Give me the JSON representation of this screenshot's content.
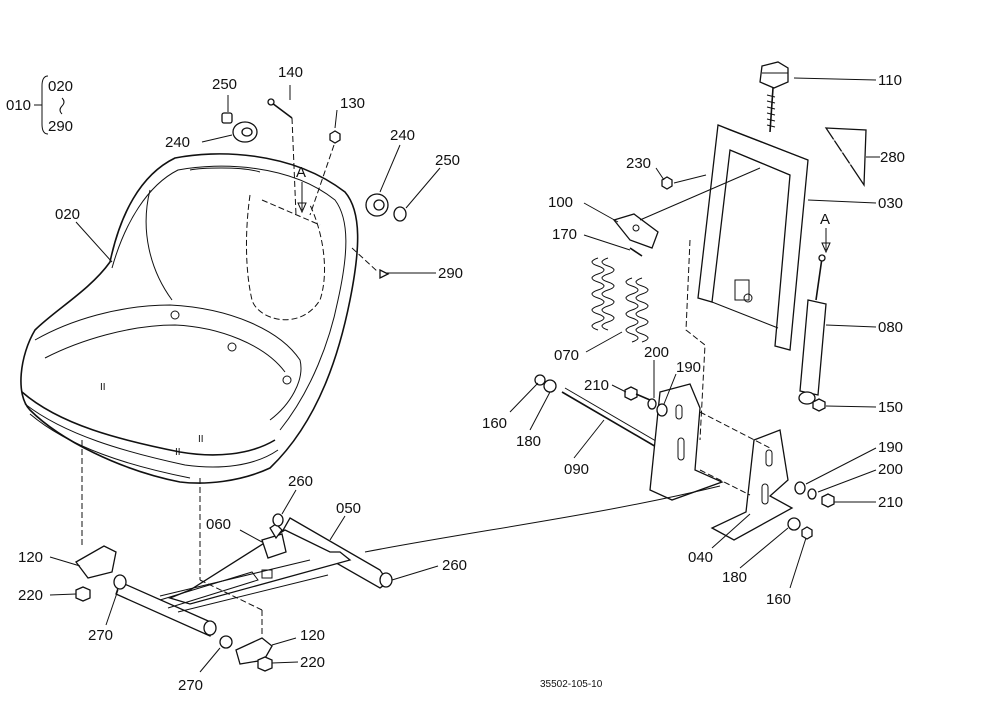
{
  "diagram": {
    "group_label": "010",
    "group_from": "020",
    "group_to": "290",
    "view_marker": "A",
    "drawing_number": "35502-105-10"
  },
  "callouts": [
    {
      "id": "c110",
      "text": "110"
    },
    {
      "id": "c140",
      "text": "140"
    },
    {
      "id": "c130",
      "text": "130"
    },
    {
      "id": "c250a",
      "text": "250"
    },
    {
      "id": "c240a",
      "text": "240"
    },
    {
      "id": "c240b",
      "text": "240"
    },
    {
      "id": "c250b",
      "text": "250"
    },
    {
      "id": "c020",
      "text": "020"
    },
    {
      "id": "c290",
      "text": "290"
    },
    {
      "id": "c280",
      "text": "280"
    },
    {
      "id": "c230",
      "text": "230"
    },
    {
      "id": "c030",
      "text": "030"
    },
    {
      "id": "c100",
      "text": "100"
    },
    {
      "id": "c170",
      "text": "170"
    },
    {
      "id": "c080",
      "text": "080"
    },
    {
      "id": "c070",
      "text": "070"
    },
    {
      "id": "c200a",
      "text": "200"
    },
    {
      "id": "c210a",
      "text": "210"
    },
    {
      "id": "c190a",
      "text": "190"
    },
    {
      "id": "c160a",
      "text": "160"
    },
    {
      "id": "c180a",
      "text": "180"
    },
    {
      "id": "c150",
      "text": "150"
    },
    {
      "id": "c090",
      "text": "090"
    },
    {
      "id": "c190b",
      "text": "190"
    },
    {
      "id": "c200b",
      "text": "200"
    },
    {
      "id": "c210b",
      "text": "210"
    },
    {
      "id": "c040",
      "text": "040"
    },
    {
      "id": "c180b",
      "text": "180"
    },
    {
      "id": "c160b",
      "text": "160"
    },
    {
      "id": "c260a",
      "text": "260"
    },
    {
      "id": "c050",
      "text": "050"
    },
    {
      "id": "c060",
      "text": "060"
    },
    {
      "id": "c260b",
      "text": "260"
    },
    {
      "id": "c120a",
      "text": "120"
    },
    {
      "id": "c220a",
      "text": "220"
    },
    {
      "id": "c270a",
      "text": "270"
    },
    {
      "id": "c120b",
      "text": "120"
    },
    {
      "id": "c220b",
      "text": "220"
    },
    {
      "id": "c270b",
      "text": "270"
    }
  ]
}
